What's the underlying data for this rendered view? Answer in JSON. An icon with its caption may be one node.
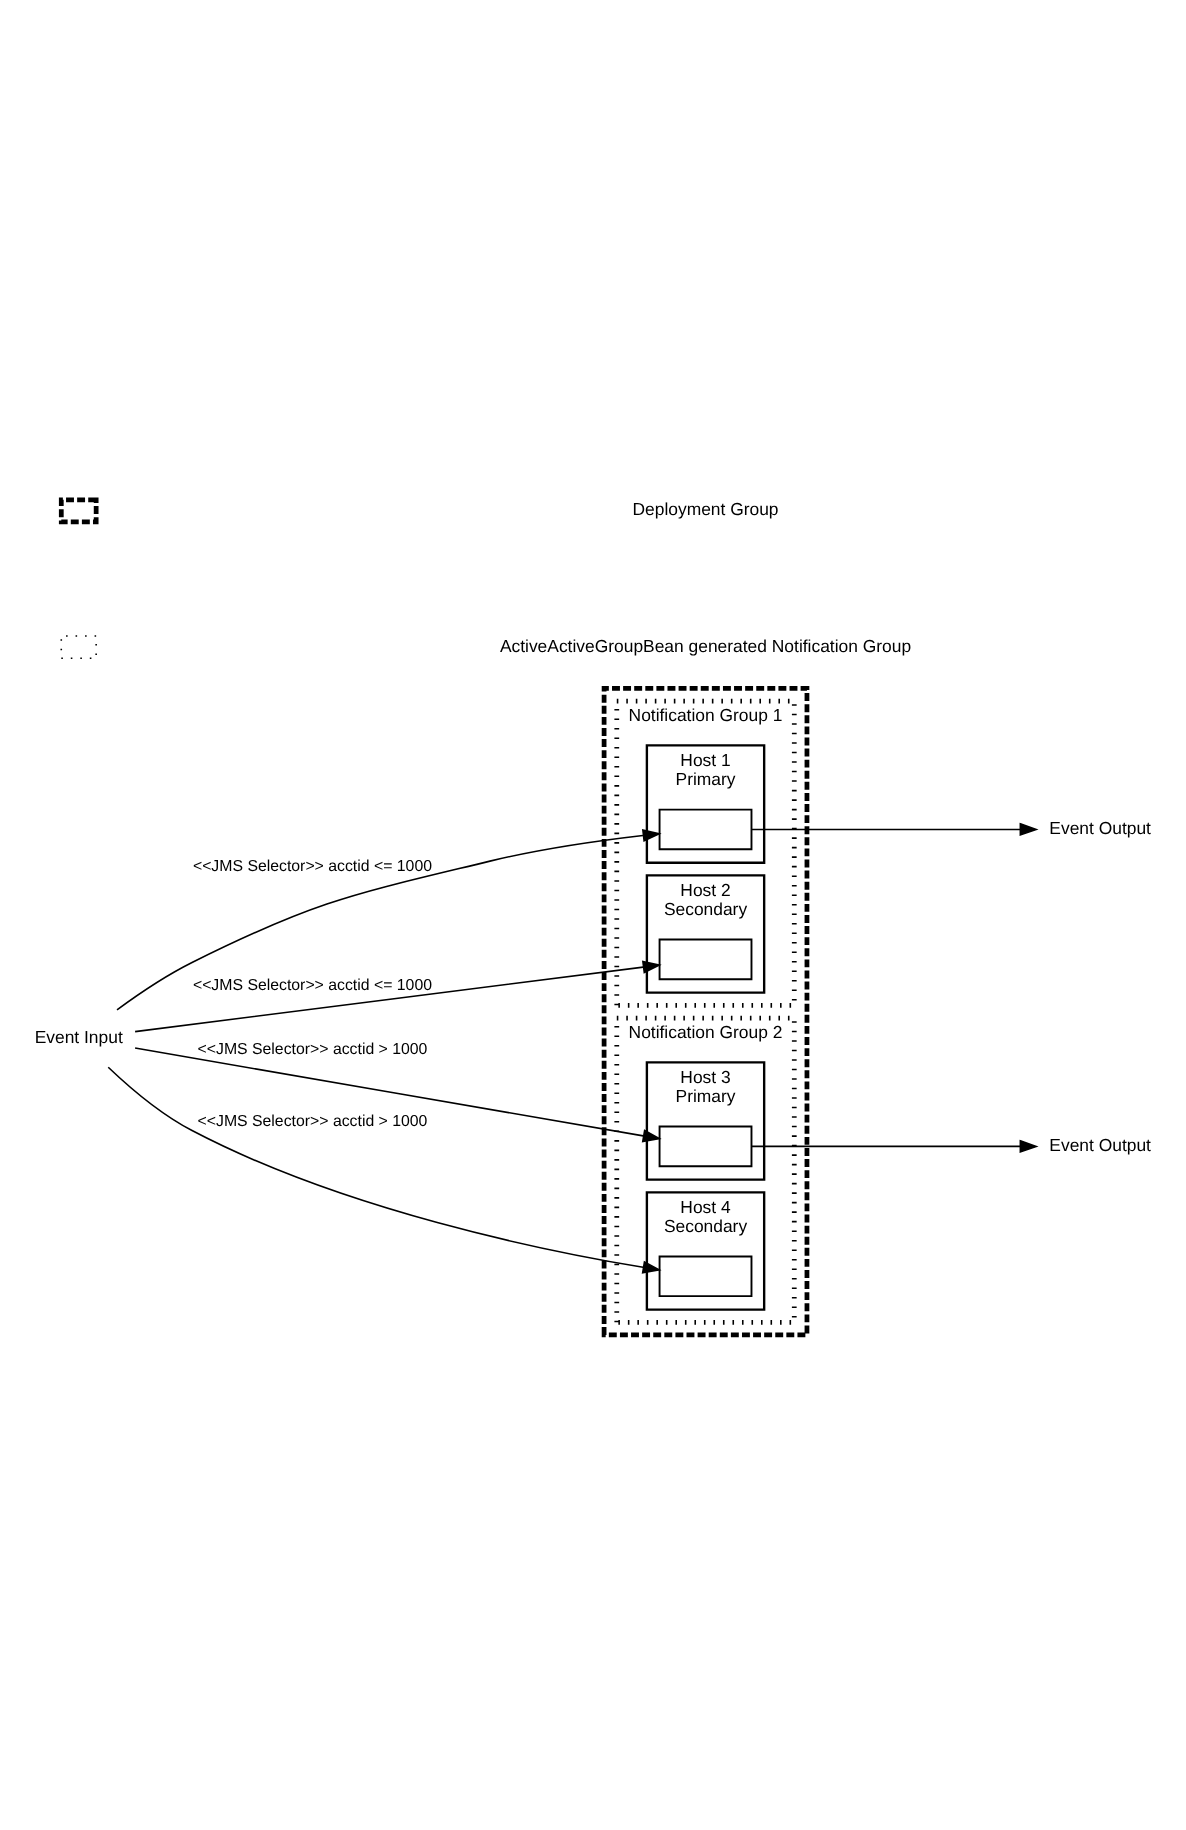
{
  "diagram": {
    "nodes": [
      {
        "text": [
          "Event Input"
        ]
      },
      {
        "text": [],
        "shape": "box"
      },
      {
        "text": [
          "Notification Group 1"
        ],
        "in": 1
      },
      {
        "text": [
          "Host 1",
          "Primary"
        ],
        "in": 2
      },
      {
        "text": [],
        "shape": "box",
        "in": 3
      },
      {
        "text": [
          "Host 2",
          "Secondary"
        ],
        "in": 2
      },
      {
        "text": [],
        "shape": "box",
        "in": 5
      },
      {
        "text": [
          "Notification Group 2"
        ],
        "in": 1
      },
      {
        "text": [
          "Host 3",
          "Primary"
        ],
        "in": 7
      },
      {
        "text": [],
        "shape": "box",
        "in": 8
      },
      {
        "text": [
          "Host 4",
          "Secondary"
        ],
        "in": 7
      },
      {
        "text": [],
        "shape": "box",
        "in": 10
      },
      {
        "text": [
          "Event Output"
        ]
      },
      {
        "text": [
          "Event Output"
        ]
      }
    ],
    "edges": [
      {
        "from": 0,
        "to": 4,
        "arrow": "to",
        "label": "<<JMS Selector>> acctid <= 1000"
      },
      {
        "from": 0,
        "to": 6,
        "arrow": "to",
        "label": "<<JMS Selector>> acctid <= 1000"
      },
      {
        "from": 0,
        "to": 9,
        "arrow": "to",
        "label": "<<JMS Selector>> acctid > 1000"
      },
      {
        "from": 0,
        "to": 11,
        "arrow": "to",
        "label": "<<JMS Selector>> acctid > 1000"
      },
      {
        "from": 4,
        "to": 12,
        "arrow": "to"
      },
      {
        "from": 9,
        "to": 13,
        "arrow": "to"
      }
    ],
    "legend": [
      {
        "text": "Deployment Group"
      },
      {
        "text": "ActiveActiveGroupBean generated Notification Group"
      }
    ]
  }
}
